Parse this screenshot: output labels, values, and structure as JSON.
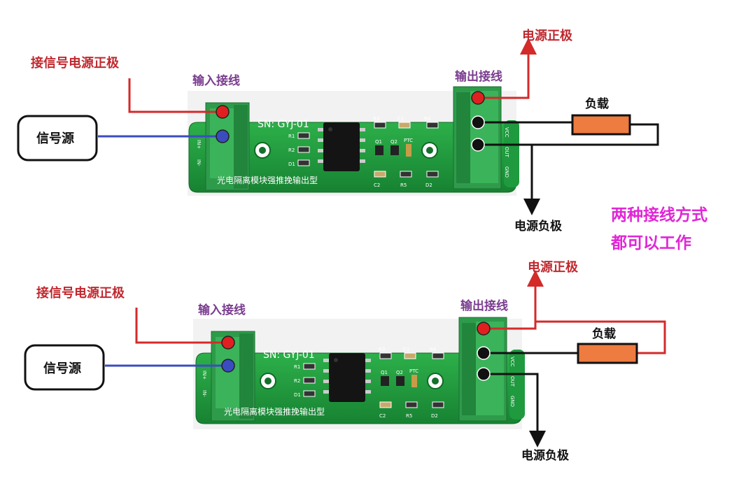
{
  "top": {
    "signal_pos_label": "接信号电源正极",
    "input_label": "输入接线",
    "output_label": "输出接线",
    "power_pos_label": "电源正极",
    "power_neg_label": "电源负极",
    "load_label": "负载",
    "source_label": "信号源",
    "sn_text": "SN: GYJ-01",
    "board_title": "光电隔离模块强推挽输出型"
  },
  "bottom": {
    "signal_pos_label": "接信号电源正极",
    "input_label": "输入接线",
    "output_label": "输出接线",
    "power_pos_label": "电源正极",
    "power_neg_label": "电源负极",
    "load_label": "负载",
    "source_label": "信号源",
    "sn_text": "SN: GYJ-01",
    "board_title": "光电隔离模块强推挽输出型"
  },
  "note_line1": "两种接线方式",
  "note_line2": "都可以工作",
  "silk": {
    "r1": "R1",
    "r2": "R2",
    "d1": "D1",
    "r3": "R3",
    "c1": "C1",
    "r4": "R4",
    "q1": "Q1",
    "q2": "Q2",
    "ptc": "PTC",
    "c2": "C2",
    "r5": "R5",
    "d2": "D2",
    "in_plus": "IN+",
    "in_minus": "IN-",
    "vcc": "VCC",
    "out": "OUT",
    "gnd": "GND"
  },
  "colors": {
    "wire_red": "#d42a2a",
    "wire_blue": "#3b4cc0",
    "wire_black": "#111111",
    "pcb_green": "#1d9a3a",
    "terminal_green": "#2e9b4a",
    "load_orange": "#ee7b3f"
  }
}
